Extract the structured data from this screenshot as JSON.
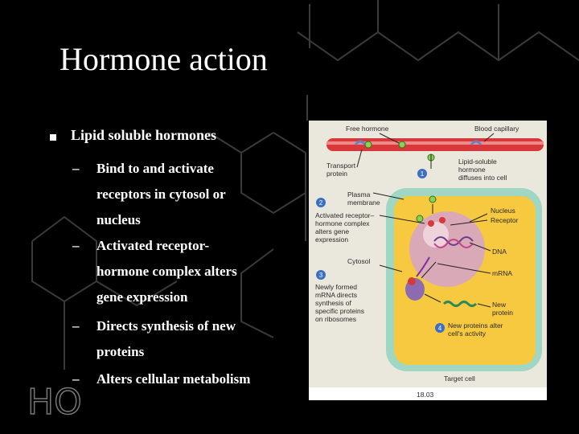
{
  "slide": {
    "title": "Hormone action",
    "bullet": "Lipid soluble hormones",
    "subpoints": [
      "Bind to and activate\nreceptors in cytosol or\nnucleus",
      "Activated receptor-\nhormone complex alters\ngene expression",
      "Directs synthesis of new\nproteins",
      "Alters cellular metabolism"
    ],
    "dash": "–",
    "bg_letters": "HO"
  },
  "diagram": {
    "labels": {
      "free_hormone": "Free hormone",
      "blood_capillary": "Blood capillary",
      "transport_protein_1": "Transport",
      "transport_protein_2": "protein",
      "lipid_soluble_1": "Lipid-soluble",
      "lipid_soluble_2": "hormone",
      "lipid_soluble_3": "diffuses into cell",
      "plasma_membrane_1": "Plasma",
      "plasma_membrane_2": "membrane",
      "activated_1": "Activated receptor–",
      "activated_2": "hormone complex",
      "activated_3": "alters gene",
      "activated_4": "expression",
      "nucleus": "Nucleus",
      "receptor": "Receptor",
      "cytosol": "Cytosol",
      "dna": "DNA",
      "mrna": "mRNA",
      "newly_1": "Newly formed",
      "newly_2": "mRNA directs",
      "newly_3": "synthesis of",
      "newly_4": "specific proteins",
      "newly_5": "on ribosomes",
      "new_protein_1": "New",
      "new_protein_2": "protein",
      "step4_1": "New proteins alter",
      "step4_2": "cell's activity",
      "target_cell": "Target cell",
      "figure_number": "18.03"
    },
    "steps": [
      "1",
      "2",
      "3",
      "4"
    ]
  },
  "colors": {
    "diagram_bg": "#eae7dc",
    "cell_outer": "#9fd6c4",
    "cell_inner": "#f7c940",
    "nucleus": "#d9a9b8",
    "vessel": "#d9383a",
    "hormone": "#8fd14f",
    "step_badge": "#3a6fc4"
  }
}
